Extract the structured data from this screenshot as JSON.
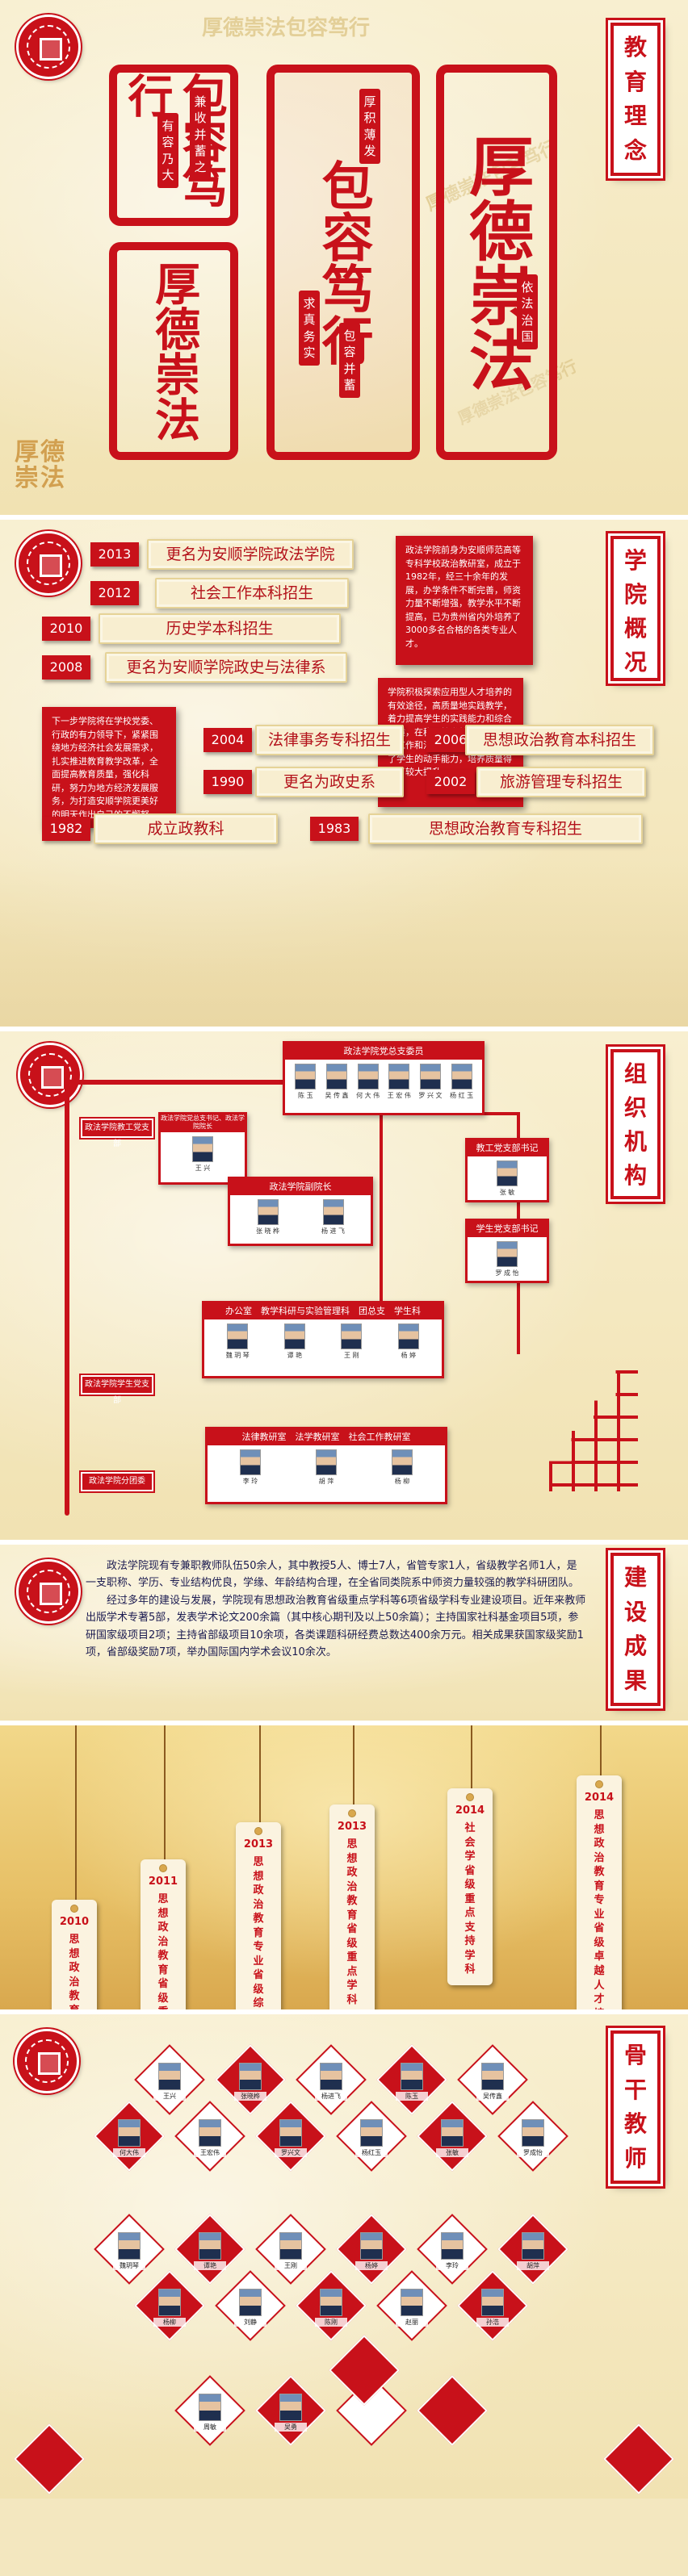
{
  "panel1": {
    "watermark_top": "厚德崇法包容笃行",
    "seal_left_chars": "包容笃行",
    "seal_right_chars": "厚德崇法",
    "stamp_texts": [
      "兼收并蓄之",
      "有容乃大",
      "厚积薄发",
      "依法治国",
      "求真务实",
      "包容并蓄"
    ],
    "motto_chars": "厚德崇法",
    "side_title": [
      "教",
      "育",
      "理",
      "念"
    ]
  },
  "panel2": {
    "side_title": [
      "学",
      "院",
      "概",
      "况"
    ],
    "events": [
      {
        "year": "2013",
        "text": "更名为安顺学院政法学院"
      },
      {
        "year": "2012",
        "text": "社会工作本科招生"
      },
      {
        "year": "2010",
        "text": "历史学本科招生"
      },
      {
        "year": "2008",
        "text": "更名为安顺学院政史与法律系"
      },
      {
        "year": "2004",
        "text": "法律事务专科招生"
      },
      {
        "year": "2006",
        "text": "思想政治教育本科招生"
      },
      {
        "year": "1990",
        "text": "更名为政史系"
      },
      {
        "year": "2002",
        "text": "旅游管理专科招生"
      },
      {
        "year": "1982",
        "text": "成立政教科"
      },
      {
        "year": "1983",
        "text": "思想政治教育专科招生"
      }
    ],
    "box_right_1": "政法学院前身为安顺师范高等专科学校政治教研室，成立于1982年，经三十余年的发展，办学条件不断完善，师资力量不断增强，教学水平不断提高，已为贵州省内外培养了3000多名合格的各类专业人才。",
    "box_right_2": "学院积极探索应用型人才培养的有效途径，高质量地实践教学，着力提高学生的实践能力和综合素质，在稳固教学基础上进行社会工作和法学专业的建设，增强了学生的动手能力，培养质量得到了较大提升。",
    "box_left": "下一步学院将在学校党委、行政的有力领导下，紧紧围绕地方经济社会发展需求，扎实推进教育教学改革，全面提高教育质量，强化科研，努力为地方经济发展服务，为打造安顺学院更美好的明天作出自己的不懈努力。"
  },
  "panel3": {
    "side_title": [
      "组",
      "织",
      "机",
      "构"
    ],
    "party_committee": {
      "title": "政法学院党总支委员",
      "people": [
        "陈 玉",
        "吴 传 鑫",
        "何 大 伟",
        "王 宏 伟",
        "罗 兴 文",
        "杨 红 玉"
      ]
    },
    "secretary": {
      "title": "政法学院党总支书记、政法学院院长",
      "people": [
        "王 兴"
      ]
    },
    "branch_secretary": {
      "title": "教工党支部书记",
      "people": [
        "张 敏"
      ]
    },
    "student_secretary": {
      "title": "学生党支部书记",
      "people": [
        "罗 成 怡"
      ]
    },
    "deputy_dean": {
      "title": "政法学院副院长",
      "people": [
        "张 晓 桦",
        "杨 进 飞"
      ]
    },
    "offices": {
      "title": "办公室　教学科研与实验管理科　团总支　学生科",
      "people": [
        "魏 玥 琴",
        "谭 艳",
        "王 刚",
        "杨 婷"
      ]
    },
    "teaching": {
      "title": "法律教研室　法学教研室　社会工作教研室",
      "people": [
        "李 玲",
        "胡 萍",
        "杨 柳"
      ]
    },
    "left_tags": [
      "政法学院教工党支部",
      "政法学院学生党支部",
      "政法学院分团委"
    ]
  },
  "panel4": {
    "side_title": [
      "建",
      "设",
      "成",
      "果"
    ],
    "para1": "政法学院现有专兼职教师队伍50余人，其中教授5人、博士7人，省管专家1人，省级教学名师1人，是一支职称、学历、专业结构优良，学缘、年龄结构合理，在全省同类院系中师资力量较强的教学科研团队。",
    "para2": "经过多年的建设与发展，学院现有思想政治教育省级重点学科等6项省级学科专业建设项目。近年来教师出版学术专著5部，发表学术论文200余篇（其中核心期刊及以上50余篇）；主持国家社科基金项目5项，参研国家级项目2项；主持省部级项目10余项，各类课题科研经费总数达400余万元。相关成果获国家级奖励1项，省部级奖励7项，举办国际国内学术会议10余次。"
  },
  "panel5": {
    "tags": [
      {
        "year": "2010",
        "text": "思想政治教育省级教学团队"
      },
      {
        "year": "2011",
        "text": "思想政治教育省级重点支持学科"
      },
      {
        "year": "2013",
        "text": "思想政治教育专业省级综合改革试点项目"
      },
      {
        "year": "2013",
        "text": "思想政治教育省级重点学科"
      },
      {
        "year": "2014",
        "text": "社会学省级重点支持学科"
      },
      {
        "year": "2014",
        "text": "思想政治教育专业省级卓越人才培养计划"
      }
    ]
  },
  "panel6": {
    "side_title": [
      "骨",
      "干",
      "教",
      "师"
    ],
    "teachers": [
      "王兴",
      "张晓桦",
      "杨进飞",
      "陈玉",
      "吴传鑫",
      "何大伟",
      "王宏伟",
      "罗兴文",
      "杨红玉",
      "张敏",
      "罗成怡",
      "魏玥琴",
      "谭艳",
      "王刚",
      "杨婷",
      "李玲",
      "胡萍",
      "杨柳",
      "刘静",
      "陈刚",
      "赵丽",
      "孙浩",
      "周敏",
      "吴勇"
    ]
  },
  "colors": {
    "primary_red": "#c8111a",
    "cream": "#f3e7bf",
    "gold": "#d9a84e"
  }
}
